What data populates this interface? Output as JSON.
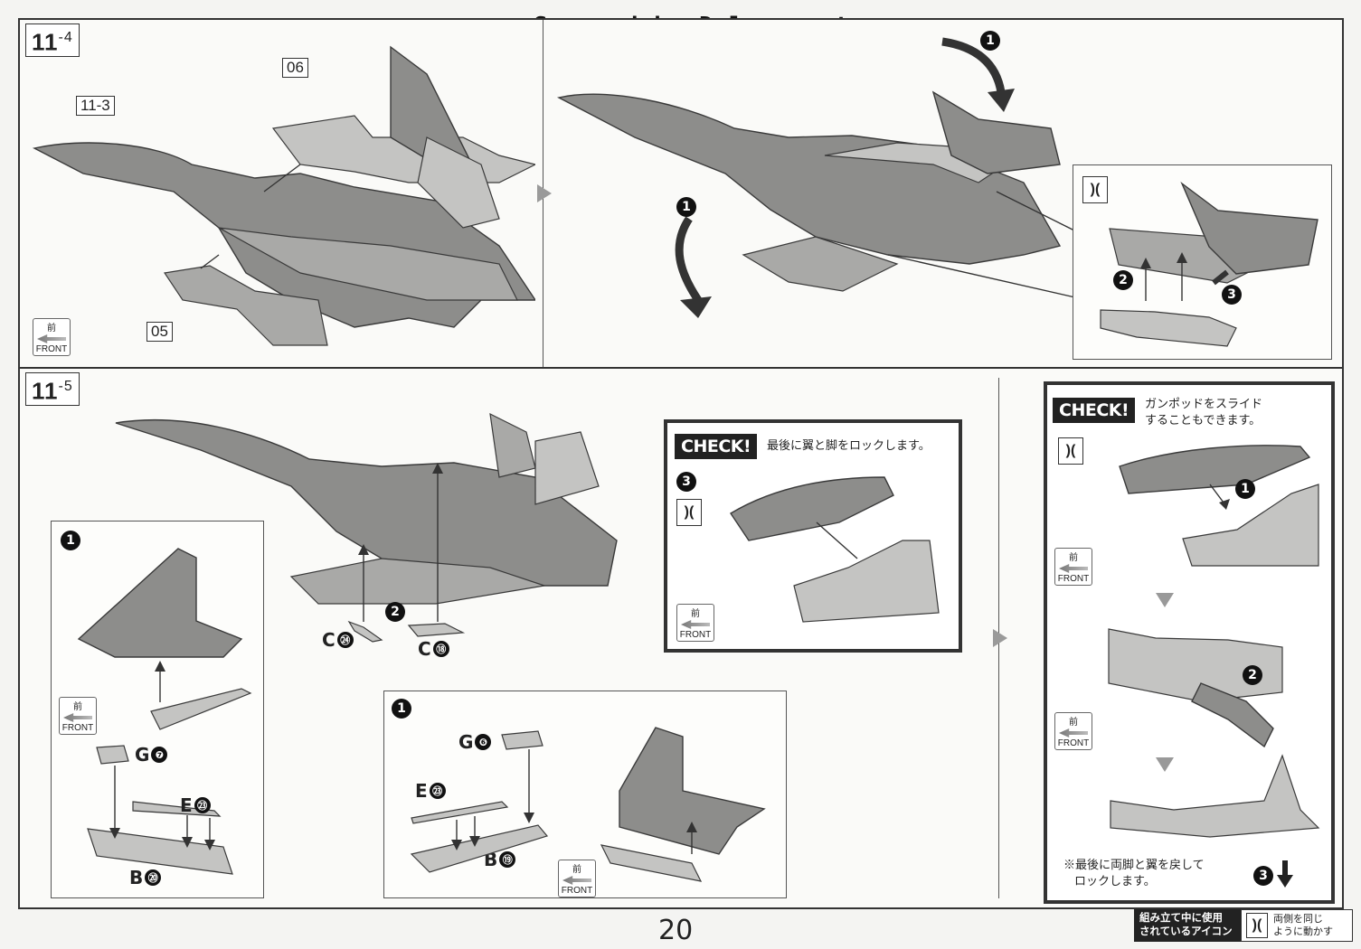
{
  "watermark": "Scanned by Dalong.net",
  "step_11_4": {
    "tag_main": "11",
    "tag_sub": "-4",
    "ref_step": "11-3",
    "part_06": "06",
    "part_05": "05",
    "front_kanji": "前",
    "front_label": "FRONT"
  },
  "step_11_5": {
    "tag_main": "11",
    "tag_sub": "-5",
    "parts": {
      "c24": {
        "letter": "C",
        "num": "㉔"
      },
      "c18": {
        "letter": "C",
        "num": "⑱"
      },
      "g7": {
        "letter": "G",
        "num": "❼"
      },
      "e23_left": {
        "letter": "E",
        "num": "㉓"
      },
      "b20": {
        "letter": "B",
        "num": "⑳"
      },
      "g6": {
        "letter": "G",
        "num": "❻"
      },
      "e23_right": {
        "letter": "E",
        "num": "㉓"
      },
      "b19": {
        "letter": "B",
        "num": "⑲"
      }
    },
    "front_kanji": "前",
    "front_label": "FRONT"
  },
  "step_markers": {
    "one": "1",
    "two": "2",
    "three": "3"
  },
  "check_middle": {
    "badge": "CHECK!",
    "text": "最後に翼と脚をロックします。",
    "front_kanji": "前",
    "front_label": "FRONT"
  },
  "check_right": {
    "badge": "CHECK!",
    "text_line1": "ガンポッドをスライド",
    "text_line2": "することもできます。",
    "front_kanji": "前",
    "front_label": "FRONT",
    "note_line1": "※最後に両脚と翼を戻して",
    "note_line2": "ロックします。"
  },
  "page_number": "20",
  "legend": {
    "dark_line1": "組み立て中に使用",
    "dark_line2": "されているアイコン",
    "light_line1": "両側を同じ",
    "light_line2": "ように動かす"
  }
}
